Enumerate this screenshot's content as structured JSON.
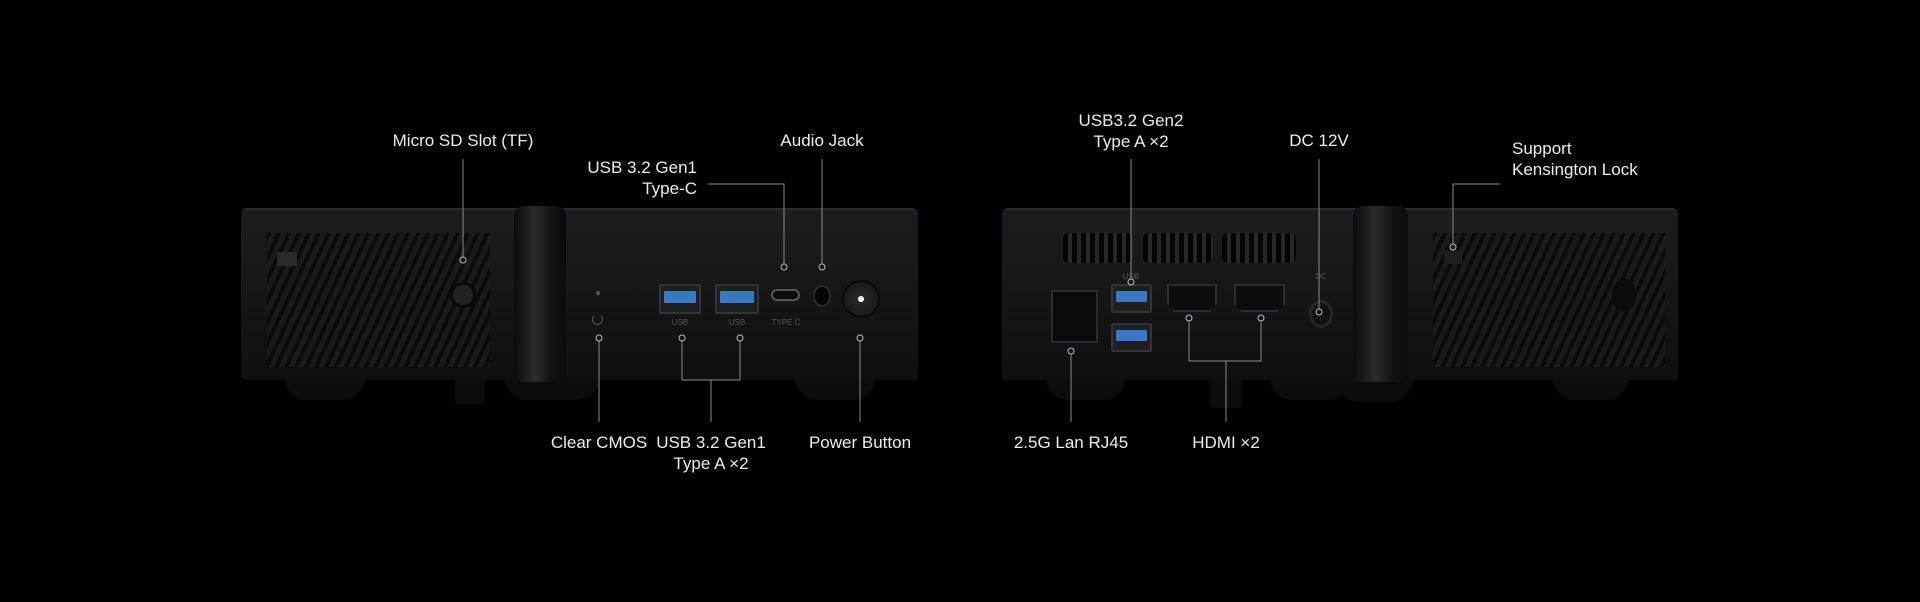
{
  "front_labels": {
    "micro_sd": "Micro SD Slot (TF)",
    "usb_c_line1": "USB 3.2 Gen1",
    "usb_c_line2": "Type-C",
    "audio_jack": "Audio Jack",
    "clear_cmos": "Clear CMOS",
    "usb_a_line1": "USB 3.2 Gen1",
    "usb_a_line2": "Type A  ×2",
    "power_button": "Power Button"
  },
  "rear_labels": {
    "usb_gen2_line1": "USB3.2 Gen2",
    "usb_gen2_line2": "Type A ×2",
    "dc": "DC 12V",
    "kensington_line1": "Support",
    "kensington_line2": "Kensington Lock",
    "lan": "2.5G Lan RJ45",
    "hdmi": "HDMI ×2"
  },
  "port_markings": {
    "usb": "USB",
    "typec": "TYPE C",
    "dc": "DC"
  },
  "colors": {
    "background": "#000000",
    "usb_blue": "#3b78c4",
    "callout": "#8a8a8a"
  }
}
